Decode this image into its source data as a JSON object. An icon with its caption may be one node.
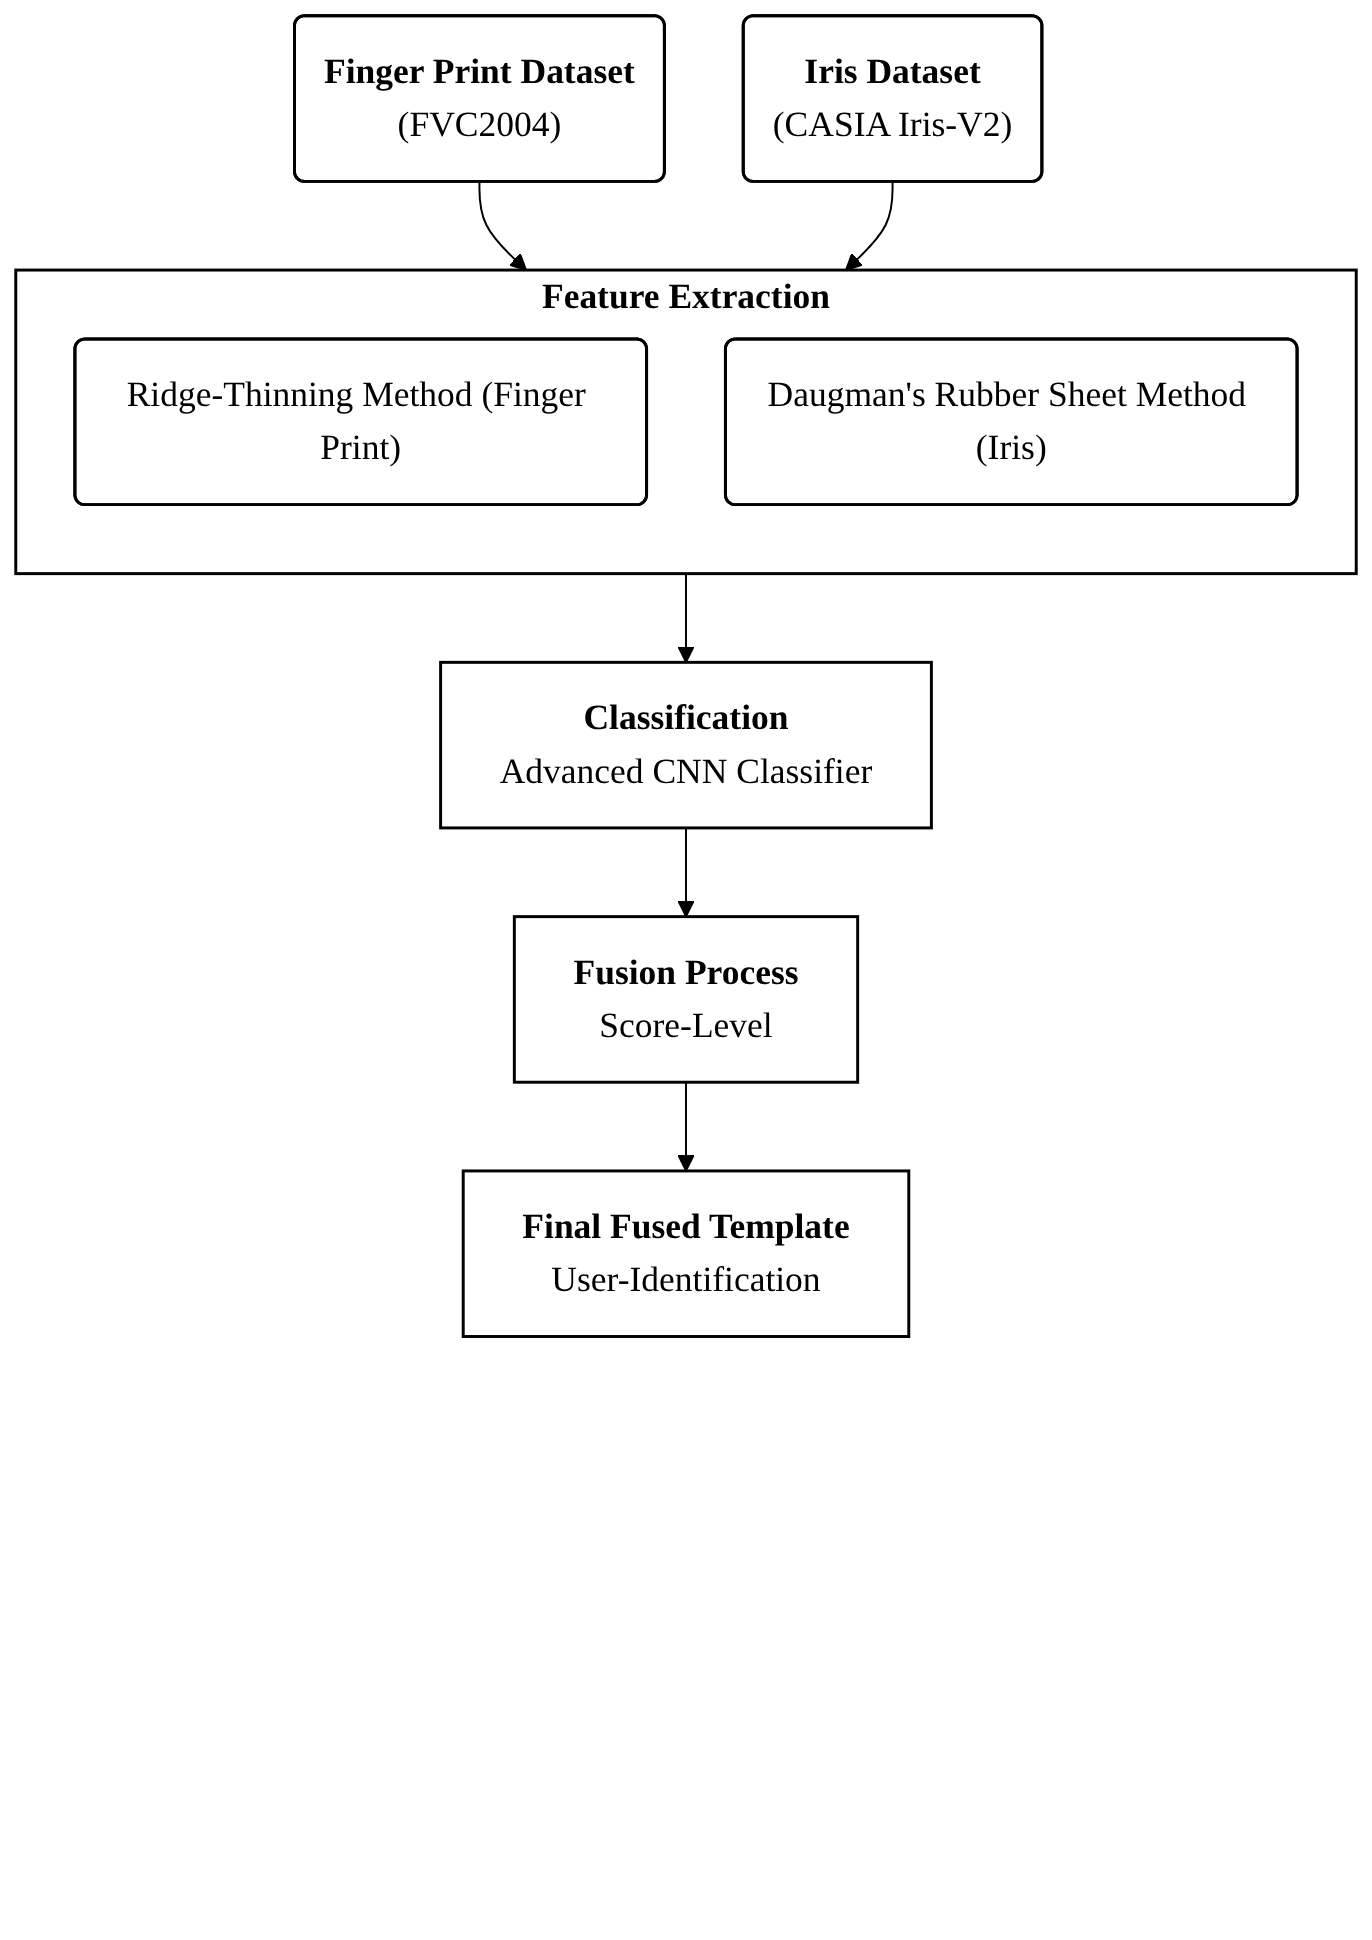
{
  "diagram": {
    "nodes": [
      {
        "text": [
          "Finger Print Dataset",
          "(FVC2004)"
        ]
      },
      {
        "text": [
          "Iris Dataset",
          "(CASIA Iris-V2)"
        ]
      },
      {
        "text": [
          "Feature Extraction"
        ]
      },
      {
        "text": [
          "Ridge-Thinning Method (Finger Print)"
        ],
        "in": 2
      },
      {
        "text": [
          "Daugman's Rubber Sheet Method (Iris)"
        ],
        "in": 2
      },
      {
        "text": [
          "Classification",
          "Advanced CNN Classifier"
        ]
      },
      {
        "text": [
          "Fusion Process",
          "Score-Level"
        ]
      },
      {
        "text": [
          "Final Fused Template",
          "User-Identification"
        ]
      }
    ],
    "edges": [
      {
        "from": 0,
        "to": 2,
        "arrow": "to"
      },
      {
        "from": 1,
        "to": 2,
        "arrow": "to"
      },
      {
        "from": 2,
        "to": 5,
        "arrow": "to"
      },
      {
        "from": 5,
        "to": 6,
        "arrow": "to"
      },
      {
        "from": 6,
        "to": 7,
        "arrow": "to"
      }
    ]
  }
}
